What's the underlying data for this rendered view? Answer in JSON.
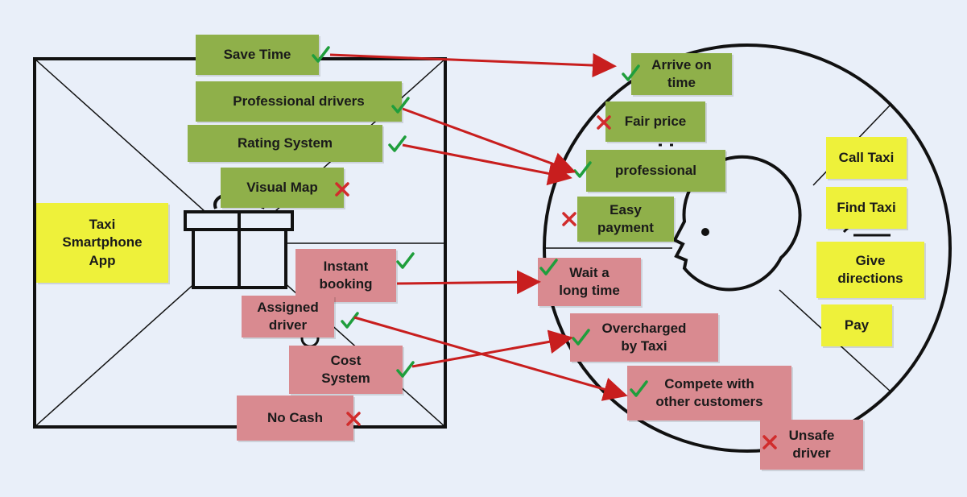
{
  "product": {
    "app_label": "Taxi\nSmartphone\nApp",
    "gains_creators": [
      {
        "text": "Save Time",
        "mark": "check"
      },
      {
        "text": "Professional drivers",
        "mark": "check"
      },
      {
        "text": "Rating System",
        "mark": "check"
      },
      {
        "text": "Visual Map",
        "mark": "cross"
      }
    ],
    "pain_relievers": [
      {
        "text": "Instant\nbooking",
        "mark": "check"
      },
      {
        "text": "Assigned\ndriver",
        "mark": "check"
      },
      {
        "text": "Cost\nSystem",
        "mark": "check"
      },
      {
        "text": "No Cash",
        "mark": "cross"
      }
    ]
  },
  "customer": {
    "gains": [
      {
        "text": "Arrive on\ntime",
        "mark": "check"
      },
      {
        "text": "Fair price",
        "mark": "cross"
      },
      {
        "text": "professional",
        "mark": "check"
      },
      {
        "text": "Easy\npayment",
        "mark": "cross"
      }
    ],
    "pains": [
      {
        "text": "Wait a\nlong time",
        "mark": "check"
      },
      {
        "text": "Overcharged\nby Taxi",
        "mark": "check"
      },
      {
        "text": "Compete with\nother customers",
        "mark": "check"
      },
      {
        "text": "Unsafe\ndriver",
        "mark": "cross"
      }
    ],
    "jobs": [
      {
        "text": "Call Taxi"
      },
      {
        "text": "Find Taxi"
      },
      {
        "text": "Give\ndirections"
      },
      {
        "text": "Pay"
      }
    ]
  },
  "colors": {
    "gain": "#8fb04a",
    "pain": "#d98a90",
    "job": "#eef13a",
    "check": "#1f9e3c",
    "cross": "#d12c2c",
    "arrow": "#c81e1e",
    "outline": "#111111"
  }
}
